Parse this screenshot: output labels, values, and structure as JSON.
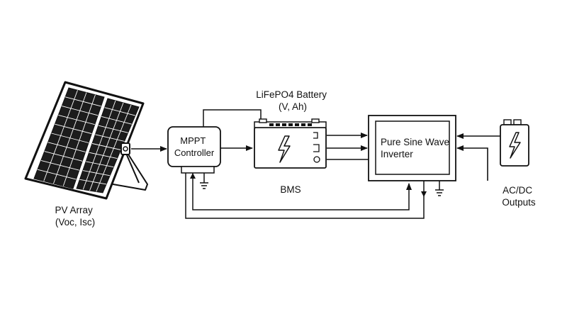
{
  "pv_array": {
    "label_line1": "PV Array",
    "label_line2": "(Voc, Isc)"
  },
  "controller": {
    "label_line1": "MPPT",
    "label_line2": "Controller"
  },
  "battery": {
    "label_line1": "LiFePO4 Battery",
    "label_line2": "(V, Ah)",
    "bms_label": "BMS"
  },
  "inverter": {
    "label_line1": "Pure Sine Wave",
    "label_line2": "Inverter"
  },
  "outputs": {
    "label_line1": "AC/DC",
    "label_line2": "Outputs"
  },
  "colors": {
    "line": "#111111",
    "background": "#ffffff",
    "panel_cell": "#1c1c1c"
  },
  "icons": [
    "solar-panel-icon",
    "lightning-bolt-icon",
    "ground-symbol-icon",
    "battery-cell-icon"
  ]
}
